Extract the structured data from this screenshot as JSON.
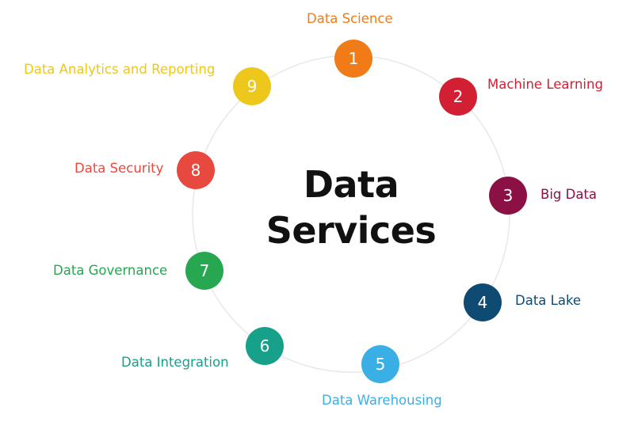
{
  "title": {
    "line1": "Data",
    "line2": "Services"
  },
  "ring_color": "#e8e8e8",
  "services": [
    {
      "number": "1",
      "label": "Data Science",
      "color": "#f17b16"
    },
    {
      "number": "2",
      "label": "Machine Learning",
      "color": "#d21f34"
    },
    {
      "number": "3",
      "label": "Big Data",
      "color": "#8b1144"
    },
    {
      "number": "4",
      "label": "Data Lake",
      "color": "#0f4a73"
    },
    {
      "number": "5",
      "label": "Data Warehousing",
      "color": "#3aafe6"
    },
    {
      "number": "6",
      "label": "Data Integration",
      "color": "#17a08a"
    },
    {
      "number": "7",
      "label": "Data Governance",
      "color": "#27a750"
    },
    {
      "number": "8",
      "label": "Data Security",
      "color": "#e8493e"
    },
    {
      "number": "9",
      "label": "Data Analytics and Reporting",
      "color": "#eec71c"
    }
  ]
}
